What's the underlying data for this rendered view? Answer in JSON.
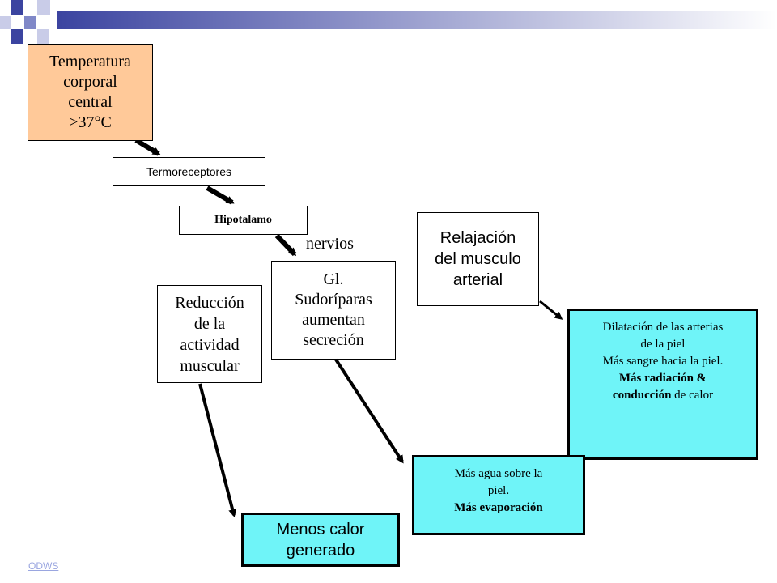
{
  "colors": {
    "header_gradient_start": "#3b44a0",
    "header_gradient_end": "#ffffff",
    "deco_dark": "#3b44a0",
    "deco_mid": "#8088c8",
    "deco_light": "#c9cce8",
    "temp_fill": "#ffc999",
    "cyan_fill": "#6ff4f8"
  },
  "nodes": {
    "temperatura": [
      "Temperatura",
      "corporal",
      "central",
      ">37°C"
    ],
    "termoreceptores": "Termoreceptores",
    "hipotalamo": "Hipotalamo",
    "nervios": "nervios",
    "glandulas": [
      "Gl.",
      "Sudoríparas",
      "aumentan",
      "secreción"
    ],
    "reduccion": [
      "Reducción",
      "de la",
      "actividad",
      "muscular"
    ],
    "relajacion": [
      "Relajación",
      "del musculo",
      "arterial"
    ],
    "dilatacion": {
      "line1": "Dilatación de las arterias",
      "line2": "de la piel",
      "line3": "Más sangre hacia la piel.",
      "line4": "Más radiación  &",
      "line5_bold": "conducción",
      "line5_rest": " de calor"
    },
    "agua": {
      "line1": "Más agua sobre la",
      "line2": "piel.",
      "line3": "Más evaporación"
    },
    "menos_calor": [
      "Menos calor",
      "generado"
    ]
  },
  "footer": {
    "link": "ODWS"
  }
}
